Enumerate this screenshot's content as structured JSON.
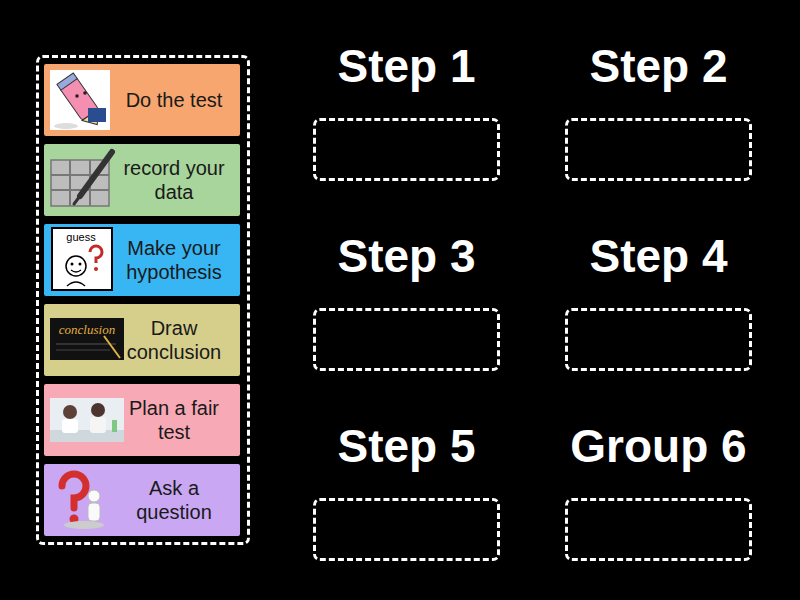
{
  "diagram": {
    "nodes": [
      {
        "text": []
      },
      {
        "text": [
          "Do the test"
        ],
        "in": 0
      },
      {
        "text": [
          "record your data"
        ],
        "in": 0
      },
      {
        "text": [
          "Make your hypothesis"
        ],
        "in": 0
      },
      {
        "text": [
          "Draw conclusion"
        ],
        "in": 0
      },
      {
        "text": [
          "Plan a fair test"
        ],
        "in": 0
      },
      {
        "text": [
          "Ask a question"
        ],
        "in": 0
      },
      {
        "text": [
          "Step 1"
        ]
      },
      {
        "text": [
          "Step 2"
        ]
      },
      {
        "text": [
          "Step 3"
        ]
      },
      {
        "text": [
          "Step 4"
        ]
      },
      {
        "text": [
          "Step 5"
        ]
      },
      {
        "text": [
          "Group 6"
        ]
      }
    ],
    "labels": [
      "guess",
      "conclusion"
    ]
  }
}
